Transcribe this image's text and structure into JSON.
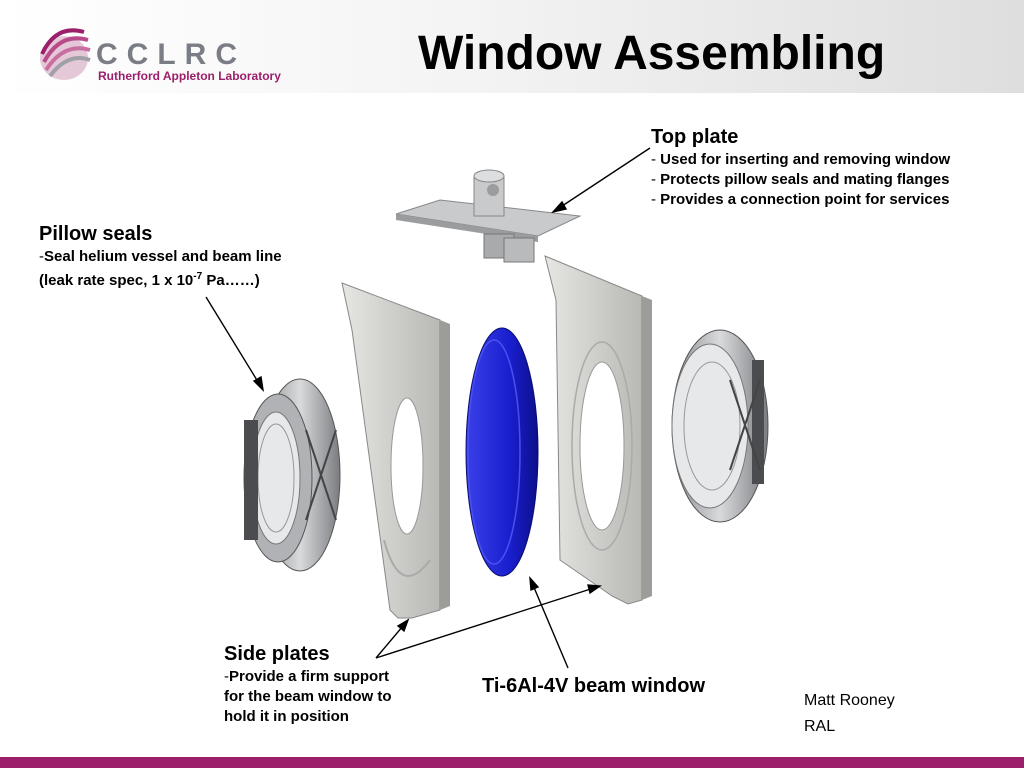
{
  "header": {
    "logo_name": "CCLRC",
    "logo_subtitle": "Rutherford Appleton Laboratory",
    "title": "Window Assembling"
  },
  "callouts": {
    "top_plate": {
      "heading": "Top plate",
      "items": [
        "Used for inserting and removing window",
        "Protects pillow seals and mating flanges",
        "Provides a connection point for services"
      ]
    },
    "pillow_seals": {
      "heading": "Pillow seals",
      "line1": "Seal helium vessel and beam line",
      "line2_prefix": "(leak rate spec, 1 x 10",
      "line2_exponent": "-7",
      "line2_suffix": " Pa……)"
    },
    "side_plates": {
      "heading": "Side plates",
      "line1": "Provide a firm support",
      "line2": "for the beam window to",
      "line3": "hold it in position"
    },
    "beam_window": {
      "label": "Ti-6Al-4V beam window"
    }
  },
  "footer": {
    "author": "Matt Rooney",
    "org": "RAL"
  },
  "colors": {
    "accent": "#9b1f6b",
    "plate_gray": "#d4d4d0",
    "window_blue": "#1a1fcf"
  }
}
